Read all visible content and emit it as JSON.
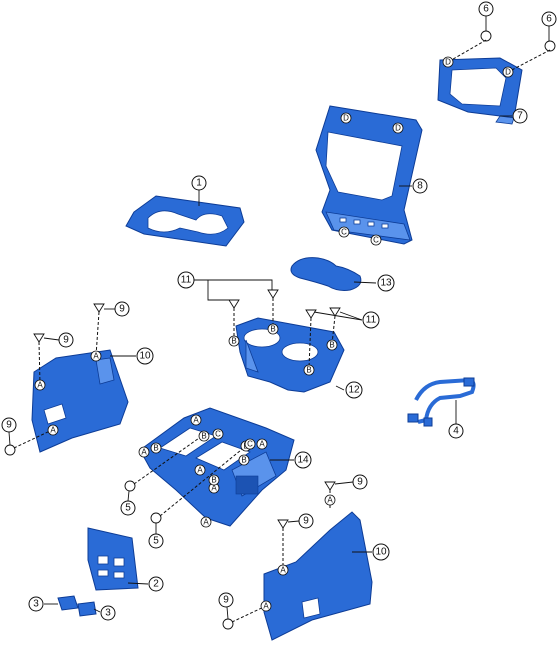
{
  "callouts": {
    "c1": "1",
    "c2": "2",
    "c3a": "3",
    "c3b": "3",
    "c4": "4",
    "c5a": "5",
    "c5b": "5",
    "c6a": "6",
    "c6b": "6",
    "c7": "7",
    "c8": "8",
    "c9a": "9",
    "c9b": "9",
    "c9c": "9",
    "c9d": "9",
    "c9e": "9",
    "c10a": "10",
    "c10b": "10",
    "c11a": "11",
    "c11b": "11",
    "c12": "12",
    "c13": "13",
    "c14": "14"
  },
  "letters": {
    "A": "A",
    "B": "B",
    "C": "C",
    "D": "D"
  },
  "colors": {
    "part": "#2a6bd6",
    "outline": "#0d3c96"
  }
}
